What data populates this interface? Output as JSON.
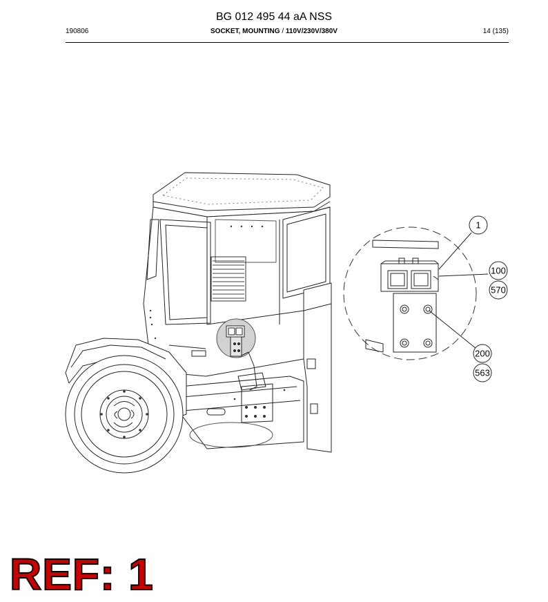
{
  "header": {
    "doc_title": "BG 012 495 44 aA NSS",
    "date_code": "190806",
    "section_title_bold": "SOCKET, MOUNTING",
    "section_title_sep": " / ",
    "section_title_voltage": "110V/230V/380V",
    "page_info": "14 (135)"
  },
  "callouts": {
    "c1": "1",
    "c100": "100",
    "c570": "570",
    "c200": "200",
    "c563": "563"
  },
  "ref_label": "REF: 1"
}
